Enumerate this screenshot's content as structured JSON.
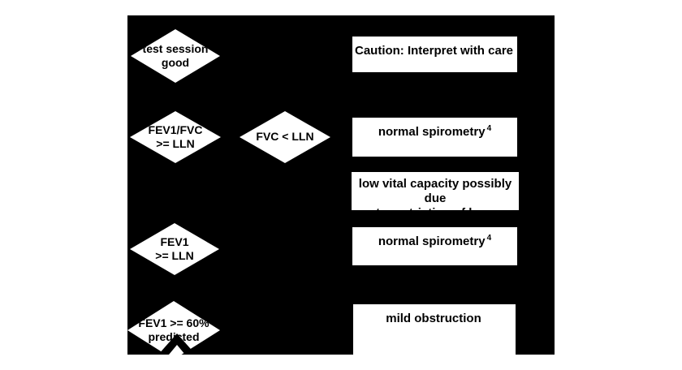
{
  "flowchart": {
    "background_color": "#000000",
    "node_fill_color": "#ffffff",
    "node_text_color": "#000000",
    "decisions": [
      {
        "id": "test-session-good",
        "line1": "test session",
        "line2": "good"
      },
      {
        "id": "fev1-fvc-ge-lln",
        "line1": "FEV1/FVC",
        "line2": ">= LLN"
      },
      {
        "id": "fvc-lt-lln",
        "line1": "FVC < LLN",
        "line2": ""
      },
      {
        "id": "fev1-ge-lln",
        "line1": "FEV1",
        "line2": ">= LLN"
      },
      {
        "id": "fev1-ge-60",
        "line1": "FEV1 >= 60%",
        "line2": "predicted"
      }
    ],
    "results": [
      {
        "id": "caution",
        "text": "Caution: Interpret with care",
        "sup": ""
      },
      {
        "id": "normal-1",
        "text": "normal spirometry",
        "sup": "4"
      },
      {
        "id": "low-vital",
        "line1": "low vital capacity possibly due",
        "line2": "to restriction of lung volumes"
      },
      {
        "id": "normal-2",
        "text": "normal spirometry",
        "sup": "4"
      },
      {
        "id": "mild-obstruction",
        "text": "mild obstruction",
        "sup": ""
      }
    ]
  }
}
